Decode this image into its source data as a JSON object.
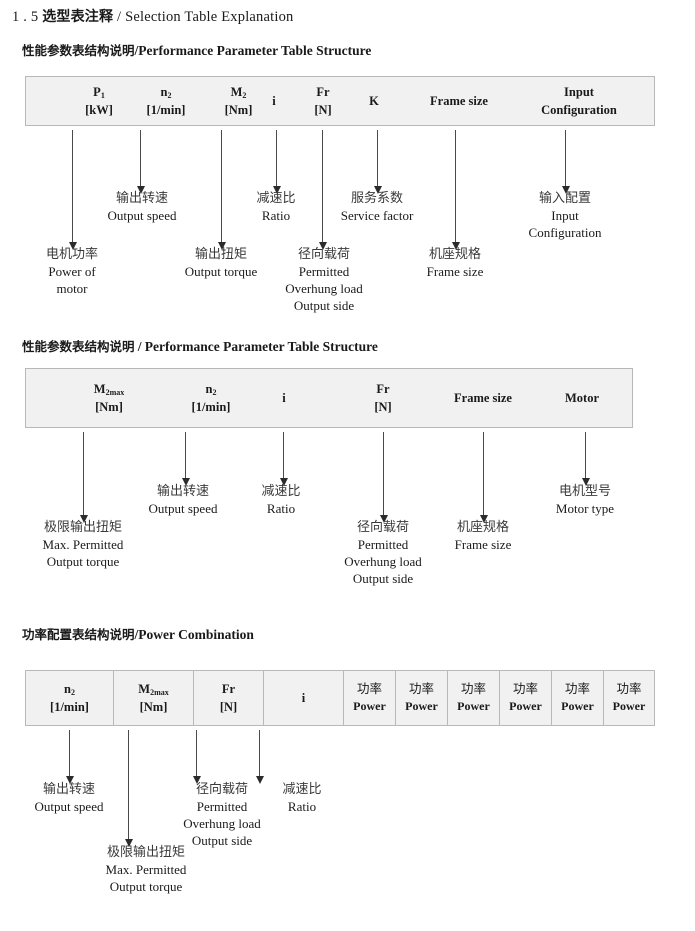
{
  "page": {
    "title_number": "1 . 5",
    "title_cn": "选型表注释",
    "title_sep": "/",
    "title_en": "Selection Table Explanation"
  },
  "sections": [
    {
      "id": "performance-1",
      "heading_cn": "性能参数表结构说明",
      "heading_sep": "/",
      "heading_en": "Performance Parameter Table Structure",
      "columns": [
        {
          "l1": "P",
          "l1_sub": "1",
          "l2": "[kW]"
        },
        {
          "l1": "n",
          "l1_sub": "2",
          "l2": "[1/min]"
        },
        {
          "l1": "M",
          "l1_sub": "2",
          "l2": "[Nm]"
        },
        {
          "l1": "i",
          "l1_sub": "",
          "l2": ""
        },
        {
          "l1": "Fr",
          "l1_sub": "",
          "l2": "[N]"
        },
        {
          "l1": "K",
          "l1_sub": "",
          "l2": ""
        },
        {
          "l1": "Frame size",
          "l1_sub": "",
          "l2": ""
        },
        {
          "l1": "Input",
          "l1_sub": "",
          "l2": "Configuration"
        }
      ],
      "callouts": [
        {
          "cn": "电机功率",
          "en": [
            "Power of",
            "motor"
          ]
        },
        {
          "cn": "输出转速",
          "en": [
            "Output speed"
          ]
        },
        {
          "cn": "输出扭矩",
          "en": [
            "Output torque"
          ]
        },
        {
          "cn": "减速比",
          "en": [
            "Ratio"
          ]
        },
        {
          "cn": "径向载荷",
          "en": [
            "Permitted",
            "Overhung load",
            "Output side"
          ]
        },
        {
          "cn": "服务系数",
          "en": [
            "Service factor"
          ]
        },
        {
          "cn": "机座规格",
          "en": [
            "Frame size"
          ]
        },
        {
          "cn": "输入配置",
          "en": [
            "Input",
            "Configuration"
          ]
        }
      ]
    },
    {
      "id": "performance-2",
      "heading_cn": "性能参数表结构说明",
      "heading_sep": "/",
      "heading_en": "Performance Parameter Table Structure",
      "columns": [
        {
          "l1": "M",
          "l1_sub": "2max",
          "l2": "[Nm]"
        },
        {
          "l1": "n",
          "l1_sub": "2",
          "l2": "[1/min]"
        },
        {
          "l1": "i",
          "l1_sub": "",
          "l2": ""
        },
        {
          "l1": "Fr",
          "l1_sub": "",
          "l2": "[N]"
        },
        {
          "l1": "Frame size",
          "l1_sub": "",
          "l2": ""
        },
        {
          "l1": "Motor",
          "l1_sub": "",
          "l2": ""
        }
      ],
      "callouts": [
        {
          "cn": "极限输出扭矩",
          "en": [
            "Max. Permitted",
            "Output  torque"
          ]
        },
        {
          "cn": "输出转速",
          "en": [
            "Output speed"
          ]
        },
        {
          "cn": "减速比",
          "en": [
            "Ratio"
          ]
        },
        {
          "cn": "径向载荷",
          "en": [
            "Permitted",
            "Overhung load",
            "Output side"
          ]
        },
        {
          "cn": "机座规格",
          "en": [
            "Frame size"
          ]
        },
        {
          "cn": "电机型号",
          "en": [
            "Motor type"
          ]
        }
      ]
    },
    {
      "id": "power-combination",
      "heading_cn": "功率配置表结构说明",
      "heading_sep": "/",
      "heading_en": "Power Combination",
      "columns": [
        {
          "l1": "n",
          "l1_sub": "2",
          "l2": "[1/min]"
        },
        {
          "l1": "M",
          "l1_sub": "2max",
          "l2": "[Nm]"
        },
        {
          "l1": "Fr",
          "l1_sub": "",
          "l2": "[N]"
        },
        {
          "l1": "i",
          "l1_sub": "",
          "l2": ""
        },
        {
          "l1": "功率",
          "l1_sub": "",
          "l2": "Power"
        },
        {
          "l1": "功率",
          "l1_sub": "",
          "l2": "Power"
        },
        {
          "l1": "功率",
          "l1_sub": "",
          "l2": "Power"
        },
        {
          "l1": "功率",
          "l1_sub": "",
          "l2": "Power"
        },
        {
          "l1": "功率",
          "l1_sub": "",
          "l2": "Power"
        },
        {
          "l1": "功率",
          "l1_sub": "",
          "l2": "Power"
        }
      ],
      "callouts": [
        {
          "cn": "输出转速",
          "en": [
            "Output speed"
          ]
        },
        {
          "cn": "极限输出扭矩",
          "en": [
            "Max. Permitted",
            "Output  torque"
          ]
        },
        {
          "cn": "径向载荷",
          "en": [
            "Permitted",
            "Overhung load",
            "Output side"
          ]
        },
        {
          "cn": "减速比",
          "en": [
            "Ratio"
          ]
        }
      ]
    }
  ],
  "colors": {
    "table_fill": "#f1f1f1",
    "table_border": "#b8b8b8",
    "arrow": "#2b2b2b",
    "text": "#1a1a1a"
  }
}
